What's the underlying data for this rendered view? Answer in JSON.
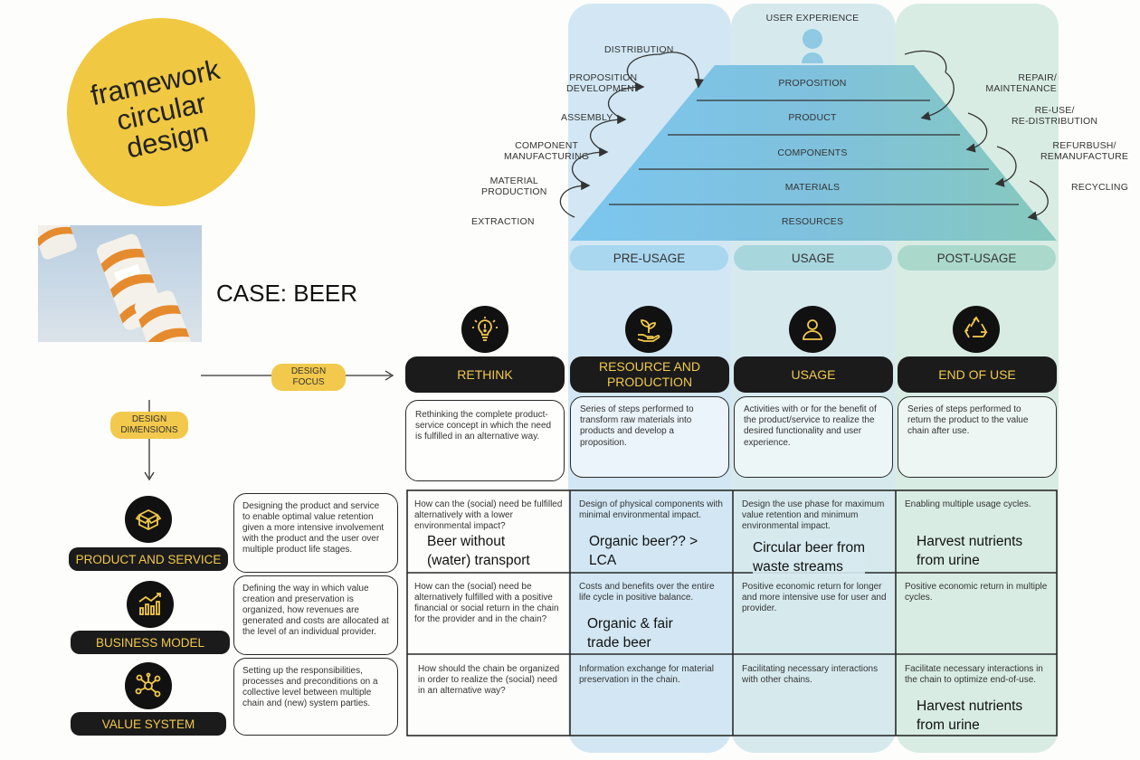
{
  "badge": {
    "line1": "framework",
    "line2": "circular",
    "line3": "design"
  },
  "case_label": "CASE: BEER",
  "pyramid": {
    "top": "USER EXPERIENCE",
    "levels": [
      "PROPOSITION",
      "PRODUCT",
      "COMPONENTS",
      "MATERIALS",
      "RESOURCES"
    ]
  },
  "left_stages": [
    "DISTRIBUTION",
    "PROPOSITION\nDEVELOPMENT",
    "ASSEMBLY",
    "COMPONENT\nMANUFACTURING",
    "MATERIAL\nPRODUCTION",
    "EXTRACTION"
  ],
  "right_stages": [
    "REPAIR/\nMAINTENANCE",
    "RE-USE/\nRE-DISTRIBUTION",
    "REFURBUSH/\nREMANUFACTURE",
    "RECYCLING"
  ],
  "phases": [
    "PRE-USAGE",
    "USAGE",
    "POST-USAGE"
  ],
  "design_focus_tag": "DESIGN\nFOCUS",
  "design_dimensions_tag": "DESIGN\nDIMENSIONS",
  "focus_columns": [
    {
      "icon": "lightbulb-icon",
      "title": "RETHINK",
      "desc": "Rethinking the complete product-service concept in which the need is fulfilled in an alternative way."
    },
    {
      "icon": "plant-in-hand-icon",
      "title": "RESOURCE AND PRODUCTION",
      "desc": "Series of steps performed to transform raw materials into products and develop a proposition."
    },
    {
      "icon": "user-icon",
      "title": "USAGE",
      "desc": "Activities with or for the benefit of the product/service to realize the desired functionality and user experience."
    },
    {
      "icon": "recycle-icon",
      "title": "END OF USE",
      "desc": "Series of steps performed to return the product to the value chain after use."
    }
  ],
  "dimensions": [
    {
      "icon": "box-icon",
      "label": "PRODUCT AND SERVICE",
      "desc": "Designing the product and service to enable optimal value retention given a more intensive involvement with the product and the user over multiple product life stages."
    },
    {
      "icon": "chart-icon",
      "label": "BUSINESS MODEL",
      "desc": "Defining the way in which value creation and preservation is organized, how revenues are generated and costs are allocated at the level of an individual provider."
    },
    {
      "icon": "network-icon",
      "label": "VALUE SYSTEM",
      "desc": "Setting up the responsibilities, processes and preconditions on a collective level between multiple chain and (new) system parties."
    }
  ],
  "grid": [
    [
      {
        "text": "How can the (social) need be fulfilled alternatively with a lower environmental impact?",
        "note": "Beer without\n(water) transport"
      },
      {
        "text": "Design of physical components with minimal environmental impact.",
        "note": "Organic beer?? >\nLCA"
      },
      {
        "text": "Design the use phase for maximum value retention and minimum environmental impact.",
        "note": "Circular beer from\nwaste streams"
      },
      {
        "text": "Enabling multiple usage cycles.",
        "note": "Harvest nutrients\nfrom urine"
      }
    ],
    [
      {
        "text": "How can the (social) need be alternatively fulfilled with a positive financial or social return in the chain for the provider and in the chain?",
        "note": ""
      },
      {
        "text": "Costs and benefits over the entire life cycle in positive balance.",
        "note": "Organic & fair\ntrade beer"
      },
      {
        "text": "Positive economic return for longer and more intensive use for user and provider.",
        "note": ""
      },
      {
        "text": "Positive economic return in multiple cycles.",
        "note": ""
      }
    ],
    [
      {
        "text": "How should the chain be organized in order to realize the (social) need in an alternative way?",
        "note": ""
      },
      {
        "text": "Information exchange for material preservation in the chain.",
        "note": ""
      },
      {
        "text": "Facilitating necessary interactions with other chains.",
        "note": ""
      },
      {
        "text": "Facilitate necessary interactions in the chain to optimize end-of-use.",
        "note": "Harvest nutrients\nfrom urine"
      }
    ]
  ],
  "colors": {
    "yellow": "#f2c94c",
    "pre": "#cfe6f3",
    "use": "#d3e9ec",
    "post": "#d6ebe3",
    "dark": "#1b1b1b"
  }
}
